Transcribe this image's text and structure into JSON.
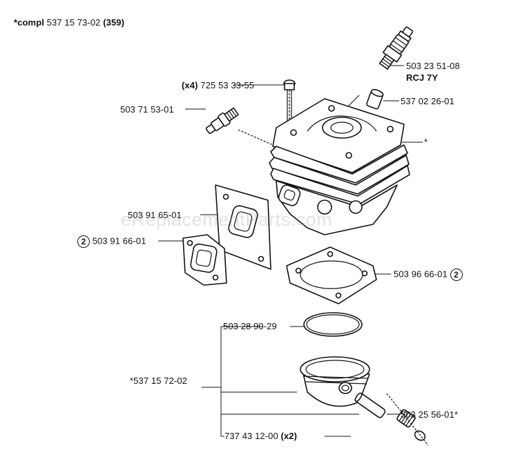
{
  "header": {
    "prefix": "*compl",
    "number": "537 15 73-02",
    "ref": "(359)"
  },
  "watermark": "eReplacementParts.com",
  "parts": {
    "spark_plug": {
      "number": "503 23 51-08",
      "note": "RCJ 7Y"
    },
    "screws": {
      "qty": "(x4)",
      "number": "725 53 33-55"
    },
    "decomp_valve": {
      "number": "503 71 53-01"
    },
    "cap": {
      "number": "537 02 26-01"
    },
    "cylinder": {
      "mark": "*"
    },
    "gasket_plate": {
      "number": "503 91 65-01"
    },
    "muffler_gasket": {
      "circle": "2",
      "number": "503 91 66-01"
    },
    "cylinder_gasket": {
      "number": "503 96 66-01",
      "circle": "2"
    },
    "piston_ring": {
      "number": "503 28 90-29"
    },
    "piston_kit": {
      "number": "*537 15 72-02"
    },
    "needle_bearing": {
      "number": "503 25 56-01*"
    },
    "circlip": {
      "number": "737 43 12-00",
      "qty": "(x2)"
    }
  }
}
